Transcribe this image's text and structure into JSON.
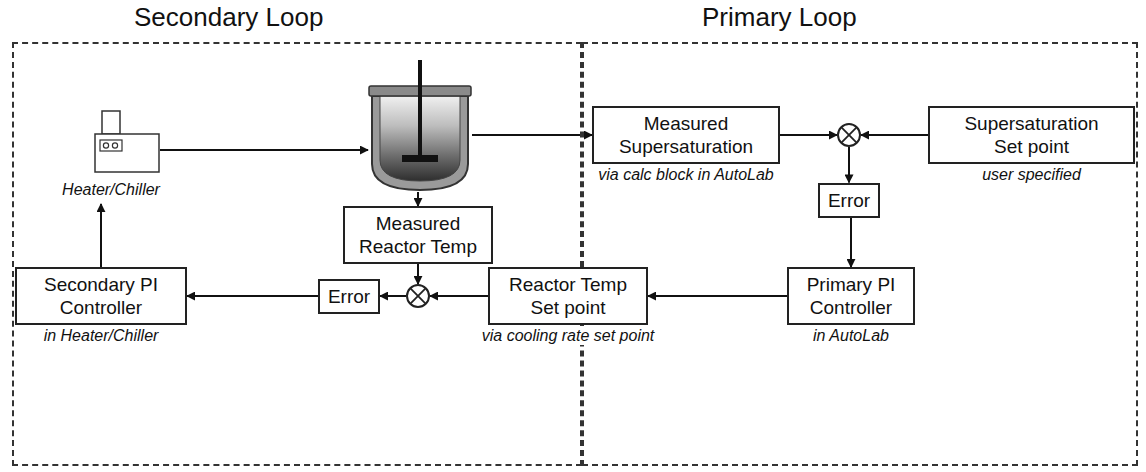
{
  "diagram": {
    "nodes": [
      {
        "text": [
          "Secondary Loop"
        ]
      },
      {
        "text": [
          "Primary Loop"
        ]
      },
      {
        "text": [
          "Heater/Chiller"
        ]
      },
      {
        "text": []
      },
      {
        "text": [
          "Measured Reactor Temp"
        ]
      },
      {
        "text": [
          "Measured Supersaturation",
          "via calc block in AutoLab"
        ]
      },
      {
        "text": [
          "Supersaturation Set point",
          "user specified"
        ]
      },
      {
        "text": []
      },
      {
        "text": [
          "Error"
        ]
      },
      {
        "text": [
          "Primary PI Controller",
          "in AutoLab"
        ]
      },
      {
        "text": [
          "Reactor Temp Set point",
          "via cooling rate set point"
        ]
      },
      {
        "text": []
      },
      {
        "text": [
          "Error"
        ]
      },
      {
        "text": [
          "Secondary PI Controller",
          "in Heater/Chiller"
        ]
      }
    ],
    "edges": [
      {
        "from": 2,
        "to": 3,
        "arrow": "to"
      },
      {
        "from": 3,
        "to": 5,
        "arrow": "to"
      },
      {
        "from": 3,
        "to": 4,
        "arrow": "to"
      },
      {
        "from": 5,
        "to": 7,
        "arrow": "to"
      },
      {
        "from": 6,
        "to": 7,
        "arrow": "to"
      },
      {
        "from": 7,
        "to": 8,
        "arrow": "to"
      },
      {
        "from": 8,
        "to": 9,
        "arrow": "to"
      },
      {
        "from": 9,
        "to": 10,
        "arrow": "to"
      },
      {
        "from": 10,
        "to": 11,
        "arrow": "to"
      },
      {
        "from": 4,
        "to": 11,
        "arrow": "to"
      },
      {
        "from": 11,
        "to": 12,
        "arrow": "to"
      },
      {
        "from": 12,
        "to": 13,
        "arrow": "to"
      },
      {
        "from": 13,
        "to": 2,
        "arrow": "to"
      }
    ]
  }
}
